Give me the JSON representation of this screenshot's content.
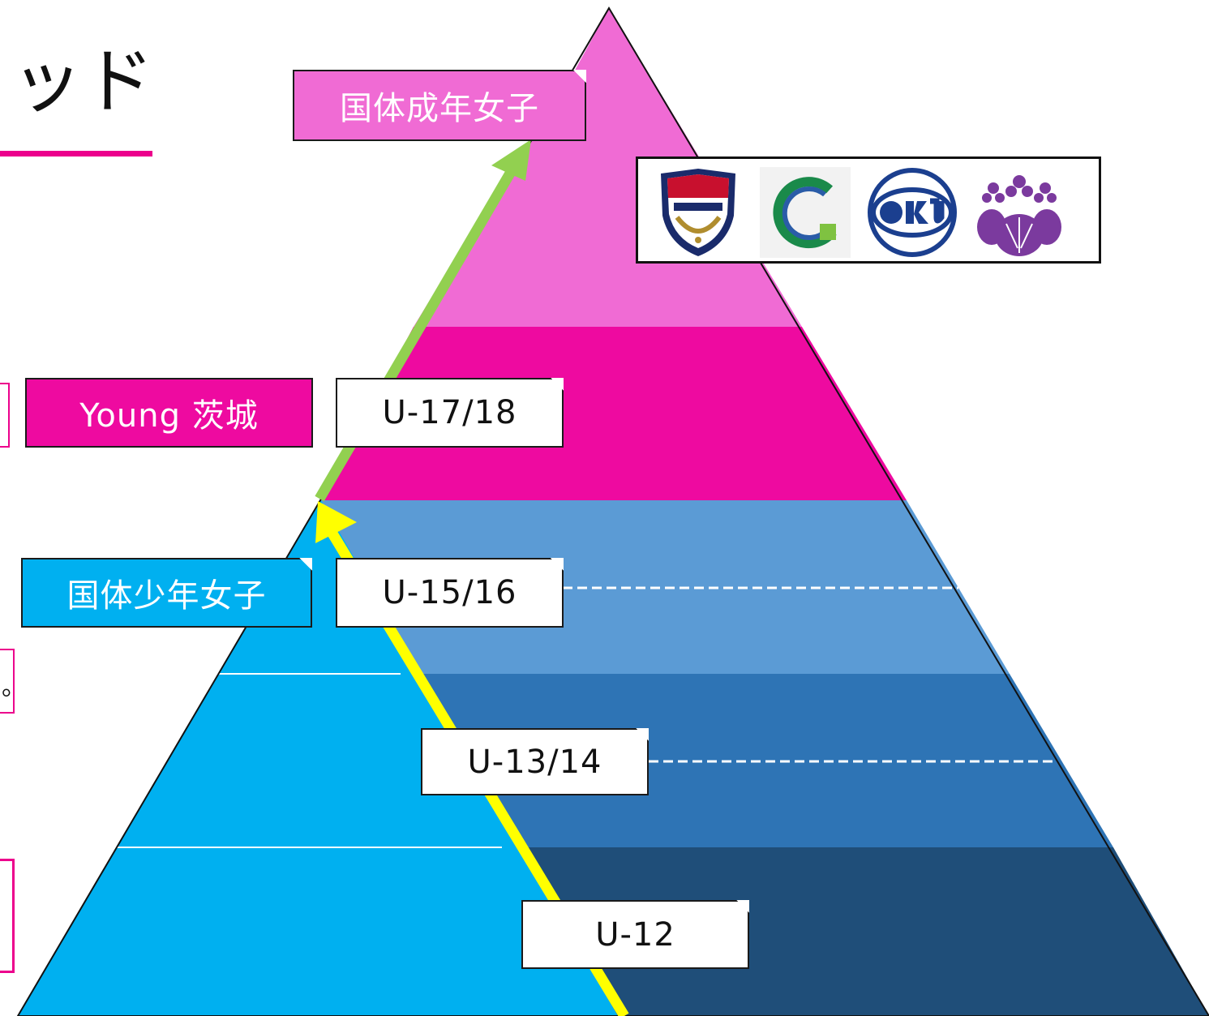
{
  "title_fragment": "ッド",
  "peak_label": "国体成年女子",
  "young_label": "Young 茨城",
  "youth_label": "国体少年女子",
  "age_tags": [
    "U-17/18",
    "U-15/16",
    "U-13/14",
    "U-12"
  ],
  "edge_fragment": "。",
  "logos": [
    "tsukuba-fc-crest-icon",
    "c-ring-logo-icon",
    "rku-football-club-logo-icon",
    "paulownia-crest-icon"
  ],
  "colors": {
    "tier_top": "#f06bd4",
    "tier_young": "#ee0aa0",
    "tier_u15": "#5b9bd5",
    "tier_u13": "#2e74b5",
    "tier_u12": "#1f4e79",
    "youth_zone": "#00b0f0",
    "arrow_yellow": "#ffff00",
    "arrow_green": "#92d050",
    "accent_magenta": "#ec008c"
  }
}
